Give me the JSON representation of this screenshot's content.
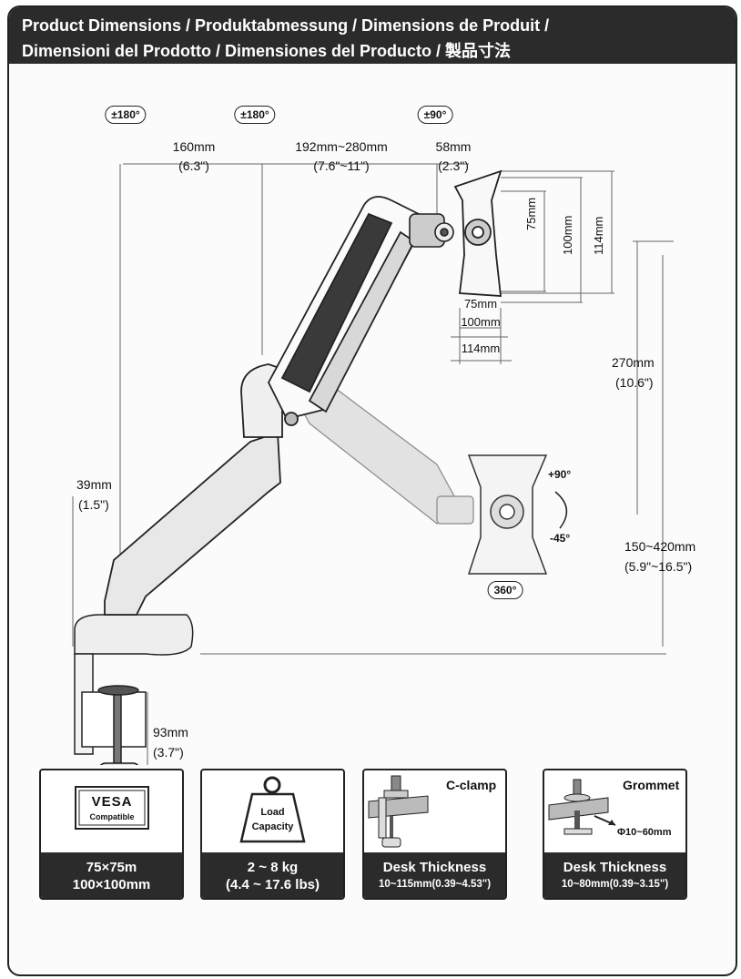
{
  "header": {
    "line1": "Product Dimensions  /  Produktabmessung  /  Dimensions de Produit  /",
    "line2": "Dimensioni del Prodotto  /  Dimensiones del Producto  /  製品寸法"
  },
  "rotation": {
    "base": "±180°",
    "elbow": "±180°",
    "head": "±90°",
    "spin": "360°",
    "tilt_up": "+90°",
    "tilt_down": "-45°"
  },
  "dims": {
    "d160": "160mm",
    "d160_in": "(6.3\")",
    "d192": "192mm~280mm",
    "d192_in": "(7.6\"~11\")",
    "d58": "58mm",
    "d58_in": "(2.3\")",
    "v75": "75mm",
    "v100": "100mm",
    "v114": "114mm",
    "h75": "75mm",
    "h100": "100mm",
    "h114": "114mm",
    "d270": "270mm",
    "d270_in": "(10.6\")",
    "d39": "39mm",
    "d39_in": "(1.5\")",
    "d150": "150~420mm",
    "d150_in": "(5.9\"~16.5\")",
    "d93": "93mm",
    "d93_in": "(3.7\")"
  },
  "cards": [
    {
      "badge_top": "VESA",
      "badge_bottom": "Compatible",
      "line1": "75×75m",
      "line2": "100×100mm"
    },
    {
      "badge_top": "Load",
      "badge_bottom": "Capacity",
      "line1": "2 ~ 8 kg",
      "line2": "(4.4 ~ 17.6 lbs)"
    },
    {
      "title": "C-clamp",
      "line1": "Desk Thickness",
      "line2": "10~115mm(0.39~4.53\")"
    },
    {
      "title": "Grommet",
      "hole": "Φ10~60mm",
      "line1": "Desk Thickness",
      "line2": "10~80mm(0.39~3.15\")"
    }
  ]
}
